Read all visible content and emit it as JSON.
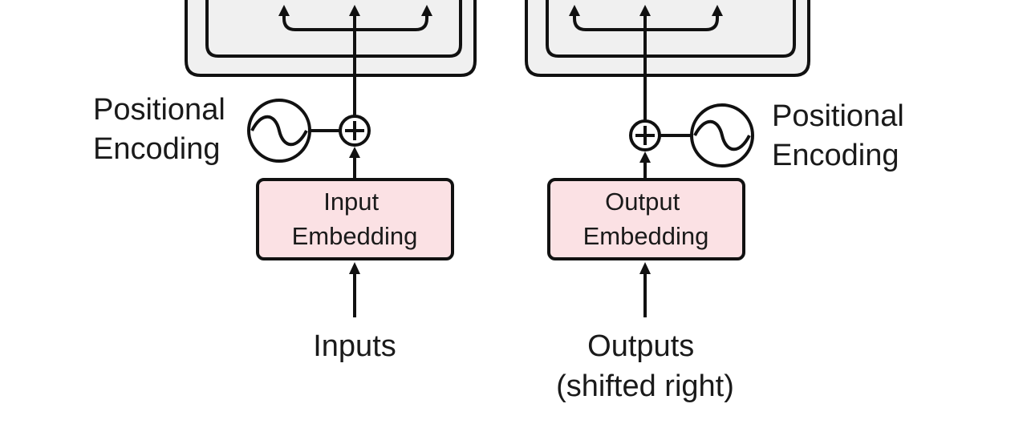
{
  "encoder": {
    "positional_encoding_label": [
      "Positional",
      "Encoding"
    ],
    "embedding_label": [
      "Input",
      "Embedding"
    ],
    "source_label": "Inputs"
  },
  "decoder": {
    "positional_encoding_label": [
      "Positional",
      "Encoding"
    ],
    "embedding_label": [
      "Output",
      "Embedding"
    ],
    "source_label": [
      "Outputs",
      "(shifted right)"
    ]
  },
  "colors": {
    "stack_fill": "#f0f0f0",
    "embedding_fill": "#fbe1e4",
    "stroke": "#111111",
    "text": "#1a1a1a"
  },
  "icons": {
    "positional_encoding": "sine-wave-circle-icon",
    "add_node": "circle-plus-icon"
  }
}
